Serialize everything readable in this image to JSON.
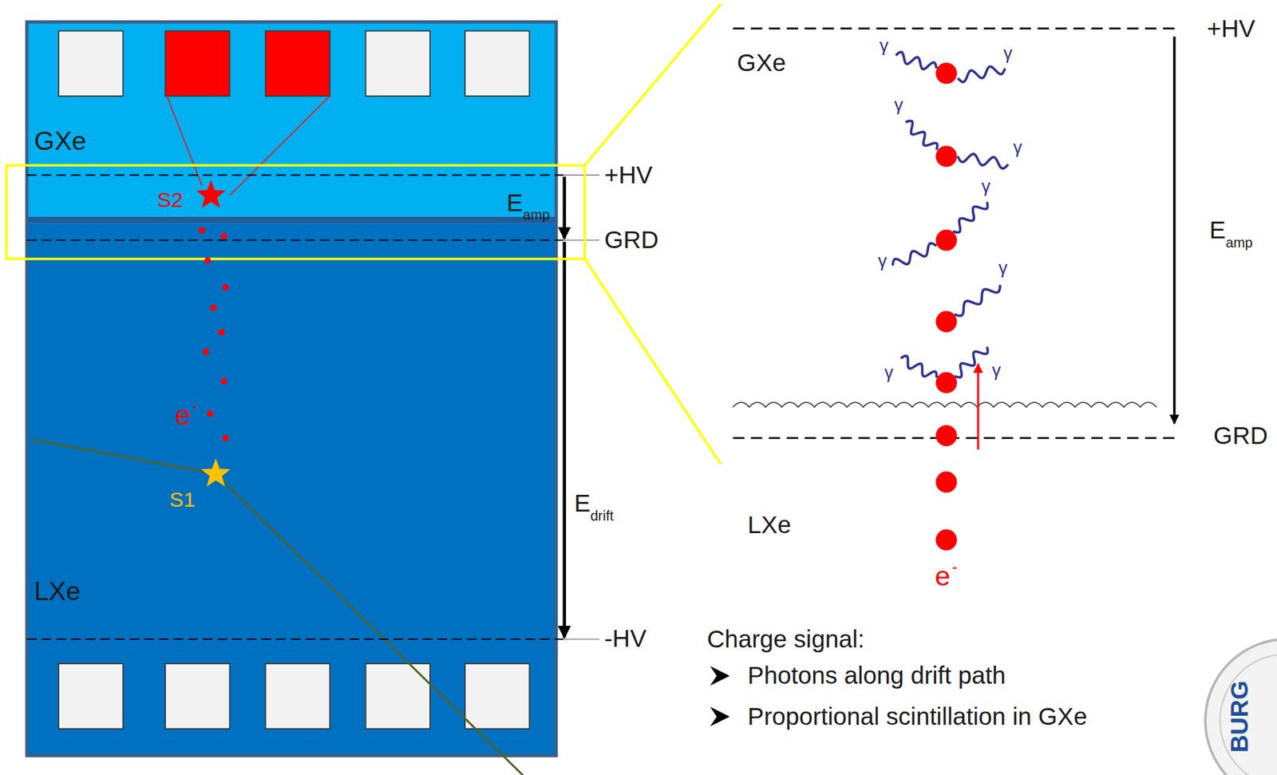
{
  "diagram": {
    "nodes": [
      {
        "text": [
          "GXe"
        ]
      },
      {
        "text": [
          "LXe"
        ]
      }
    ],
    "labels": [
      "+HV",
      "GRD",
      "-HV",
      "E",
      "amp",
      "E",
      "drift",
      "S2",
      "S1",
      "e",
      "-",
      "GXe",
      "+HV",
      "E",
      "amp",
      "GRD",
      "LXe",
      "e",
      "-",
      "γ",
      "γ",
      "γ",
      "γ",
      "γ",
      "γ",
      "γ",
      "γ",
      "γ",
      "Charge signal:",
      "Photons along drift path",
      "Proportional scintillation in GXe",
      "BURG"
    ]
  }
}
